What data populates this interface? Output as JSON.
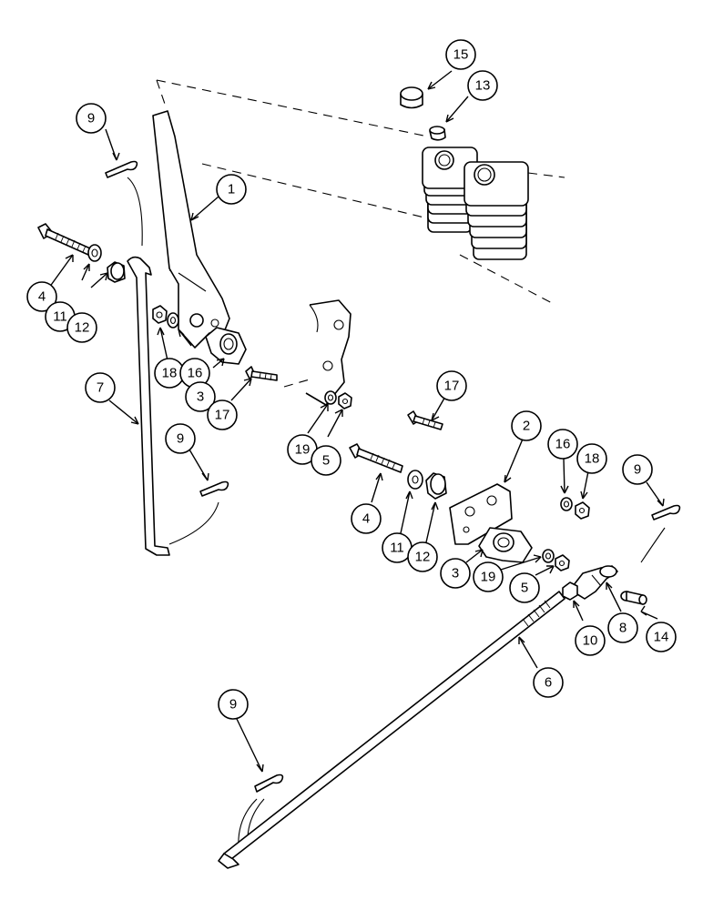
{
  "diagram": {
    "callouts": [
      {
        "id": "c1",
        "label": "1"
      },
      {
        "id": "c2",
        "label": "2"
      },
      {
        "id": "c3a",
        "label": "3"
      },
      {
        "id": "c3b",
        "label": "3"
      },
      {
        "id": "c4a",
        "label": "4"
      },
      {
        "id": "c4b",
        "label": "4"
      },
      {
        "id": "c5a",
        "label": "5"
      },
      {
        "id": "c5b",
        "label": "5"
      },
      {
        "id": "c6",
        "label": "6"
      },
      {
        "id": "c7",
        "label": "7"
      },
      {
        "id": "c8",
        "label": "8"
      },
      {
        "id": "c9a",
        "label": "9"
      },
      {
        "id": "c9b",
        "label": "9"
      },
      {
        "id": "c9c",
        "label": "9"
      },
      {
        "id": "c9d",
        "label": "9"
      },
      {
        "id": "c10",
        "label": "10"
      },
      {
        "id": "c11a",
        "label": "11"
      },
      {
        "id": "c11b",
        "label": "11"
      },
      {
        "id": "c12a",
        "label": "12"
      },
      {
        "id": "c12b",
        "label": "12"
      },
      {
        "id": "c13",
        "label": "13"
      },
      {
        "id": "c14",
        "label": "14"
      },
      {
        "id": "c15",
        "label": "15"
      },
      {
        "id": "c16a",
        "label": "16"
      },
      {
        "id": "c16b",
        "label": "16"
      },
      {
        "id": "c17a",
        "label": "17"
      },
      {
        "id": "c17b",
        "label": "17"
      },
      {
        "id": "c18a",
        "label": "18"
      },
      {
        "id": "c18b",
        "label": "18"
      },
      {
        "id": "c19a",
        "label": "19"
      },
      {
        "id": "c19b",
        "label": "19"
      }
    ]
  }
}
